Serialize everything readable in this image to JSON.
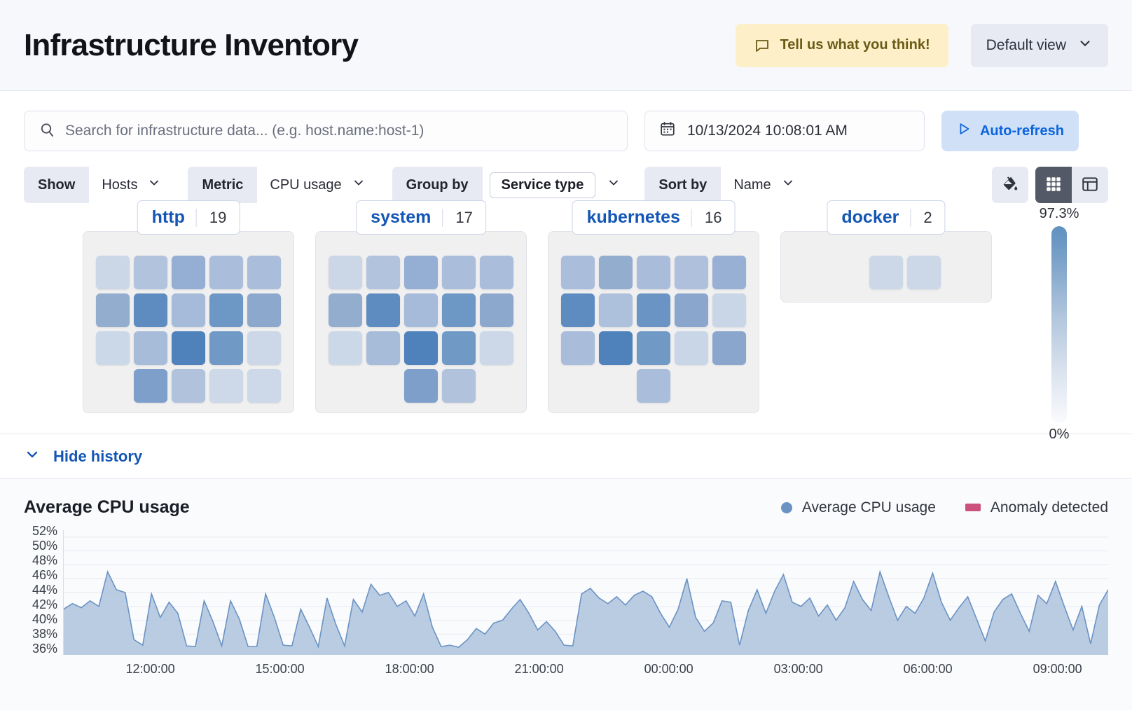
{
  "header": {
    "title": "Infrastructure Inventory",
    "feedback_label": "Tell us what you think!",
    "feedback_icon": "comment-icon",
    "view_label": "Default view",
    "view_icon": "chevron-down-icon",
    "feedback_bg": "#fdf0c9",
    "feedback_fg": "#6b5a16"
  },
  "search": {
    "placeholder": "Search for infrastructure data... (e.g. host.name:host-1)",
    "value": "",
    "icon": "search-icon"
  },
  "datepicker": {
    "value": "10/13/2024 10:08:01 AM",
    "icon": "calendar-icon"
  },
  "refresh": {
    "label": "Auto-refresh",
    "icon": "play-icon",
    "bg": "#cfe0f7",
    "fg": "#0b64dd"
  },
  "controls": [
    {
      "label": "Show",
      "value": "Hosts",
      "boxed": false,
      "icon": "chevron-down-icon"
    },
    {
      "label": "Metric",
      "value": "CPU usage",
      "boxed": false,
      "icon": "chevron-down-icon"
    },
    {
      "label": "Group by",
      "value": "Service type",
      "boxed": true,
      "icon": "chevron-down-icon"
    },
    {
      "label": "Sort by",
      "value": "Name",
      "boxed": false,
      "icon": "chevron-down-icon"
    }
  ],
  "view_toggle": {
    "palette_icon": "color-fill-icon",
    "grid_icon": "grid-view-icon",
    "table_icon": "table-view-icon",
    "active": "grid"
  },
  "heatmap": {
    "legend_max": "97.3%",
    "legend_min": "0%",
    "groups": [
      {
        "name": "http",
        "count": "19",
        "tiles": [
          "#cbd7e7",
          "#b2c3dd",
          "#95aed3",
          "#aabedb",
          "#aabedb",
          "#93adcf",
          "#5e8cc0",
          "#a6bad9",
          "#6d97c4",
          "#8da8cd",
          "#cbd8e8",
          "#a7bcd9",
          "#4f81ba",
          "#7099c6",
          "#ccd8e8",
          "#7d9fca",
          "#b0c2dc",
          "#cdd9e8",
          "#cdd9e8"
        ],
        "last_row_offset": 1
      },
      {
        "name": "system",
        "count": "17",
        "tiles": [
          "#cbd7e7",
          "#b2c3dd",
          "#95aed3",
          "#aabedb",
          "#aabedb",
          "#93adcf",
          "#5e8cc0",
          "#a6bad9",
          "#6d97c4",
          "#8da8cd",
          "#cbd8e8",
          "#a7bcd9",
          "#4f81ba",
          "#7099c6",
          "#ccd8e8",
          "#7d9fca",
          "#b0c2dc"
        ],
        "last_row_offset": 2
      },
      {
        "name": "kubernetes",
        "count": "16",
        "tiles": [
          "#aabedb",
          "#93adcf",
          "#a9bdda",
          "#aec0dc",
          "#97b0d3",
          "#5e8cc0",
          "#adc0dc",
          "#6a94c3",
          "#8aa6cd",
          "#c9d6e7",
          "#a9bdda",
          "#4f81ba",
          "#7099c6",
          "#c9d6e7",
          "#8aa6cd",
          "#aabedb"
        ],
        "last_row_offset": 2
      },
      {
        "name": "docker",
        "count": "2",
        "tiles": [
          "#ccd8e8",
          "#ccd8e8"
        ],
        "last_row_offset": 0
      }
    ]
  },
  "history": {
    "toggle_label": "Hide history",
    "toggle_icon": "chevron-down-icon"
  },
  "chart_data": {
    "type": "area",
    "title": "Average CPU usage",
    "xlabel": "",
    "ylabel": "",
    "ylim": [
      35,
      53
    ],
    "grid": true,
    "legend_position": "top-right",
    "legend": [
      {
        "name": "Average CPU usage",
        "color": "#6a93c4",
        "marker": "dot"
      },
      {
        "name": "Anomaly detected",
        "color": "#cb507a",
        "marker": "square"
      }
    ],
    "yticks": [
      "52%",
      "50%",
      "48%",
      "46%",
      "44%",
      "42%",
      "40%",
      "38%",
      "36%"
    ],
    "ytick_values": [
      52,
      50,
      48,
      46,
      44,
      42,
      40,
      38,
      36
    ],
    "xticks": [
      "12:00:00",
      "15:00:00",
      "18:00:00",
      "21:00:00",
      "00:00:00",
      "03:00:00",
      "06:00:00",
      "09:00:00"
    ],
    "xtick_positions": [
      0.0835,
      0.2075,
      0.3315,
      0.4555,
      0.5795,
      0.7035,
      0.8275,
      0.9515
    ],
    "series": [
      {
        "name": "Average CPU usage",
        "color": "#6a93c4",
        "fill": "#aec3dd",
        "values": [
          41.6,
          42.4,
          41.8,
          42.8,
          42.0,
          47.0,
          44.4,
          44.0,
          37.2,
          36.4,
          43.8,
          40.4,
          42.6,
          41.0,
          36.3,
          36.2,
          42.8,
          39.8,
          36.3,
          42.8,
          40.2,
          36.2,
          36.2,
          43.8,
          40.4,
          36.4,
          36.3,
          41.6,
          39.0,
          36.2,
          43.2,
          39.4,
          36.3,
          43.0,
          41.2,
          45.2,
          43.6,
          44.0,
          42.0,
          42.8,
          40.6,
          43.8,
          39.0,
          36.2,
          36.4,
          36.1,
          37.2,
          38.8,
          38.0,
          39.6,
          40.0,
          41.6,
          43.0,
          41.0,
          38.6,
          39.8,
          38.4,
          36.4,
          36.3,
          43.8,
          44.6,
          43.2,
          42.4,
          43.4,
          42.2,
          43.6,
          44.2,
          43.4,
          41.0,
          39.0,
          41.6,
          46.0,
          40.4,
          38.4,
          39.6,
          42.8,
          42.6,
          36.4,
          41.4,
          44.4,
          41.0,
          44.2,
          46.6,
          42.6,
          42.0,
          43.2,
          40.6,
          42.2,
          40.0,
          41.8,
          45.6,
          43.0,
          41.4,
          47.0,
          43.4,
          40.0,
          42.0,
          41.0,
          43.2,
          46.8,
          42.6,
          40.0,
          41.8,
          43.4,
          40.2,
          37.0,
          41.2,
          43.0,
          43.8,
          41.0,
          38.4,
          43.6,
          42.4,
          45.6,
          42.0,
          38.6,
          42.0,
          36.6,
          42.2,
          44.4
        ]
      }
    ],
    "anomalies": []
  }
}
